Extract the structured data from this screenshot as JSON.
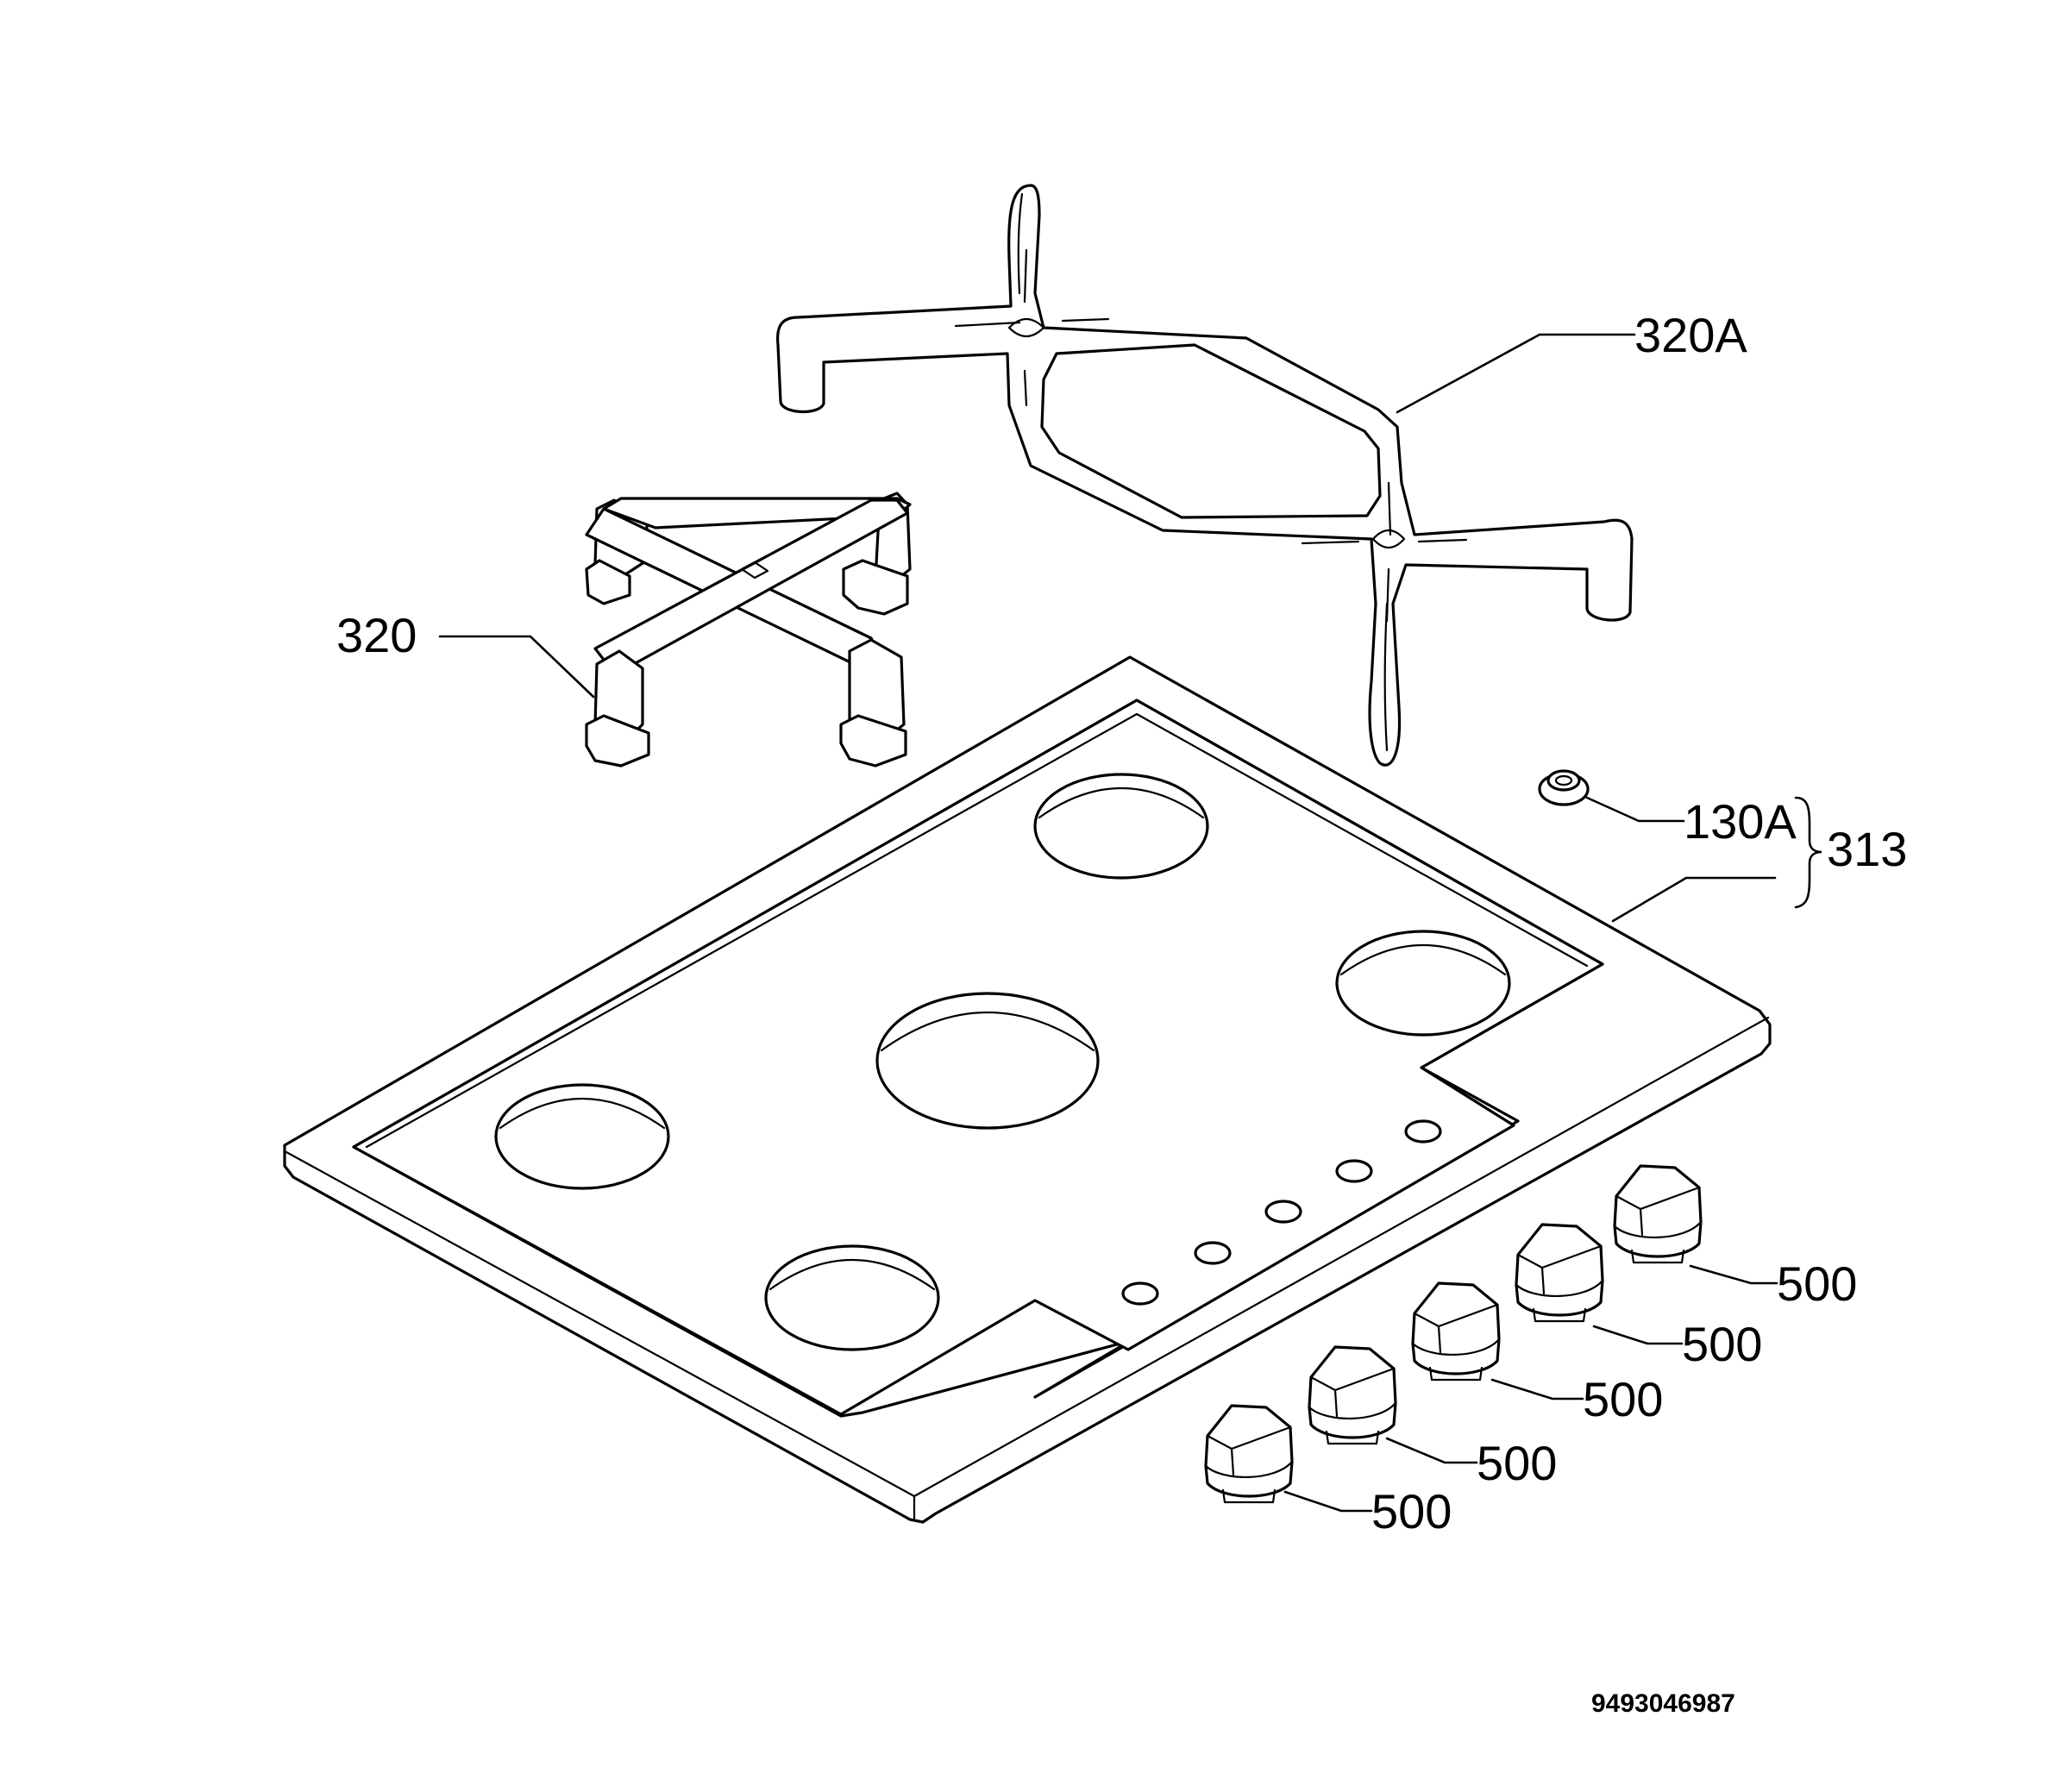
{
  "labels": {
    "grid_large": "320A",
    "grid_small": "320",
    "foot": "130A",
    "hob_top": "313",
    "knob_1": "500",
    "knob_2": "500",
    "knob_3": "500",
    "knob_4": "500",
    "knob_5": "500"
  },
  "document_id": "9493046987"
}
